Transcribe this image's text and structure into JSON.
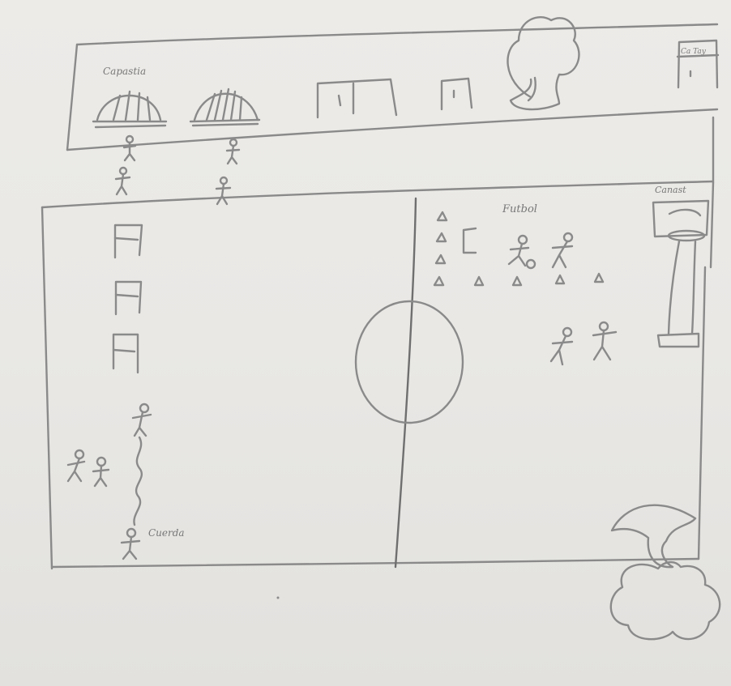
{
  "labels": {
    "top_left": "Capastia",
    "top_right_sign": "Ca Tay",
    "football": "Futbol",
    "right_label": "Canast",
    "bottom_left": "Cuerda"
  },
  "colors": {
    "paper": "#e9e8e5",
    "ink": "#8a8a8a"
  }
}
